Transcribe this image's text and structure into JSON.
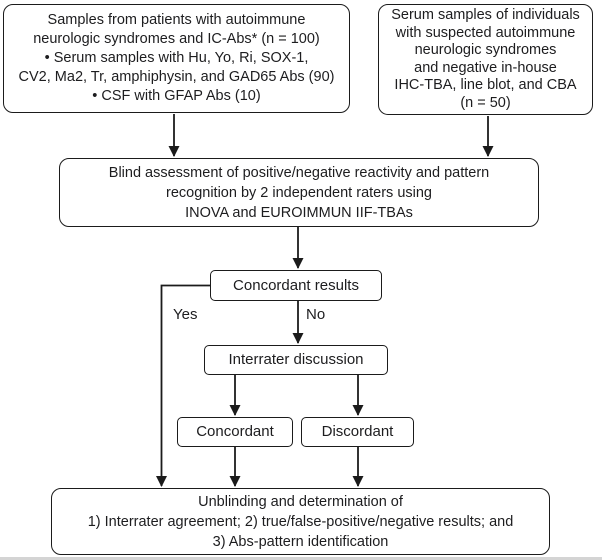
{
  "figure": {
    "colors": {
      "line": "#1b1b1b",
      "text": "#1d1d1f",
      "background": "#ffffff",
      "page_edge": "#d4d4d4"
    },
    "nodes": {
      "patients": "Samples from patients with autoimmune\nneurologic syndromes and IC-Abs* (n = 100)\n• Serum samples with Hu, Yo, Ri, SOX-1,\nCV2, Ma2, Tr, amphiphysin, and GAD65 Abs (90)\n• CSF with GFAP Abs (10)",
      "controls": "Serum samples of individuals\nwith suspected autoimmune\nneurologic syndromes\nand negative in-house\nIHC-TBA, line blot, and CBA\n(n = 50)",
      "blind_assessment": "Blind assessment of positive/negative reactivity and pattern\nrecognition by 2 independent raters using\nINOVA and EUROIMMUN IIF-TBAs",
      "concordant_results": "Concordant results",
      "interrater_discussion": "Interrater discussion",
      "concordant": "Concordant",
      "discordant": "Discordant",
      "unblinding": "Unblinding and determination of\n1) Interrater agreement; 2) true/false-positive/negative results; and\n3) Abs-pattern identification"
    },
    "edge_labels": {
      "yes": "Yes",
      "no": "No"
    }
  }
}
